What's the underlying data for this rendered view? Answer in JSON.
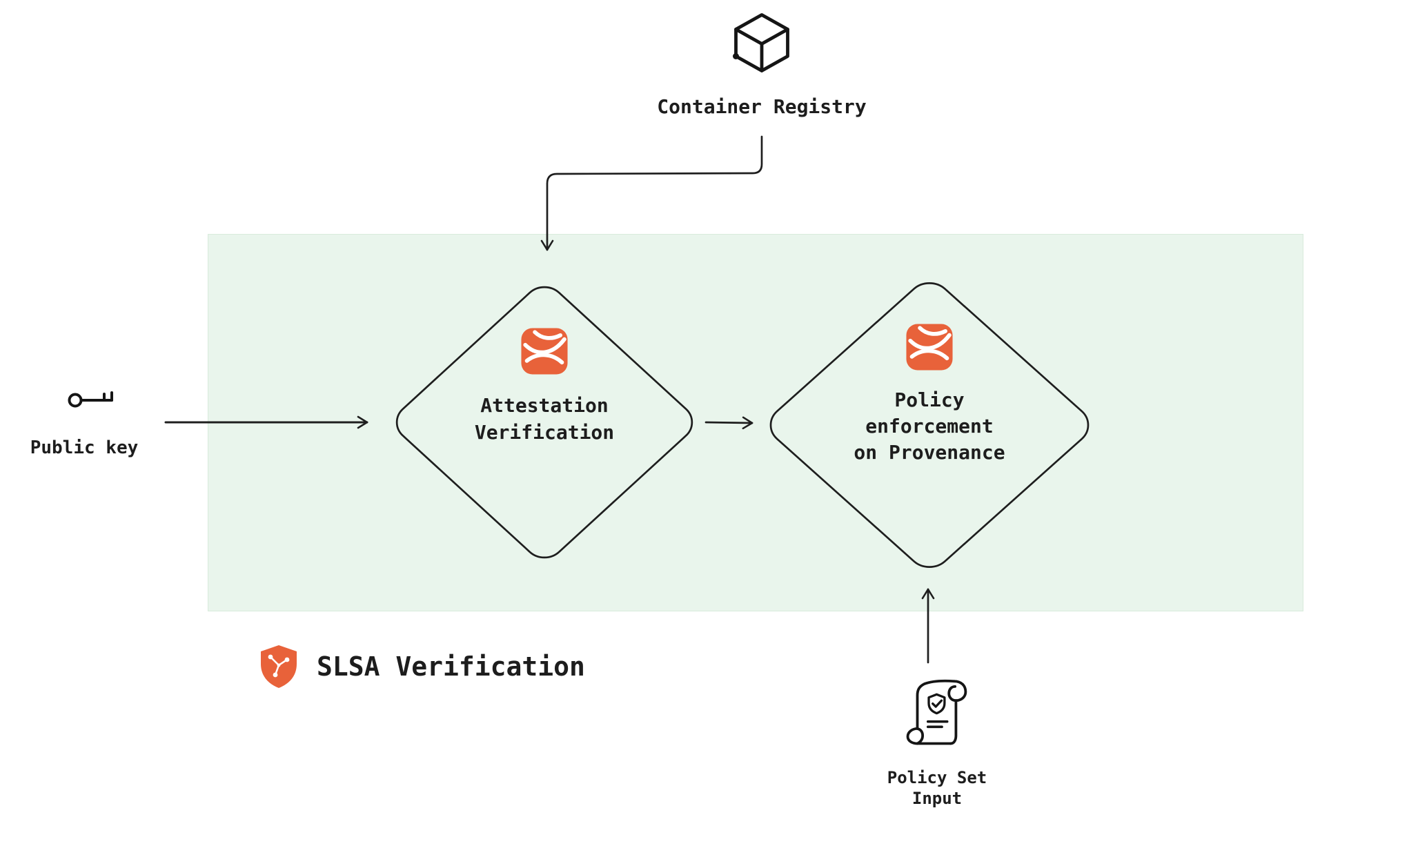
{
  "diagram": {
    "title": "SLSA Verification flow diagram",
    "colors": {
      "accent_orange": "#E8623A",
      "box_green": "#E9F5EC",
      "stroke": "#1E1E1E"
    },
    "nodes": {
      "container_registry": {
        "label": "Container Registry",
        "icon": "cube-icon"
      },
      "attestation_verification": {
        "label": "Attestation\nVerification",
        "icon": "attestation-badge-icon",
        "shape": "diamond"
      },
      "policy_enforcement": {
        "label": "Policy\nenforcement\non Provenance",
        "icon": "attestation-badge-icon",
        "shape": "diamond"
      },
      "public_key": {
        "label": "Public key",
        "icon": "key-icon"
      },
      "slsa_verification": {
        "label": "SLSA Verification",
        "icon": "slsa-shield-icon"
      },
      "policy_set_input": {
        "label": "Policy Set\nInput",
        "icon": "scroll-icon"
      }
    },
    "edges": [
      {
        "from": "container_registry",
        "to": "attestation_verification"
      },
      {
        "from": "public_key",
        "to": "attestation_verification"
      },
      {
        "from": "attestation_verification",
        "to": "policy_enforcement"
      },
      {
        "from": "policy_set_input",
        "to": "policy_enforcement"
      }
    ]
  }
}
